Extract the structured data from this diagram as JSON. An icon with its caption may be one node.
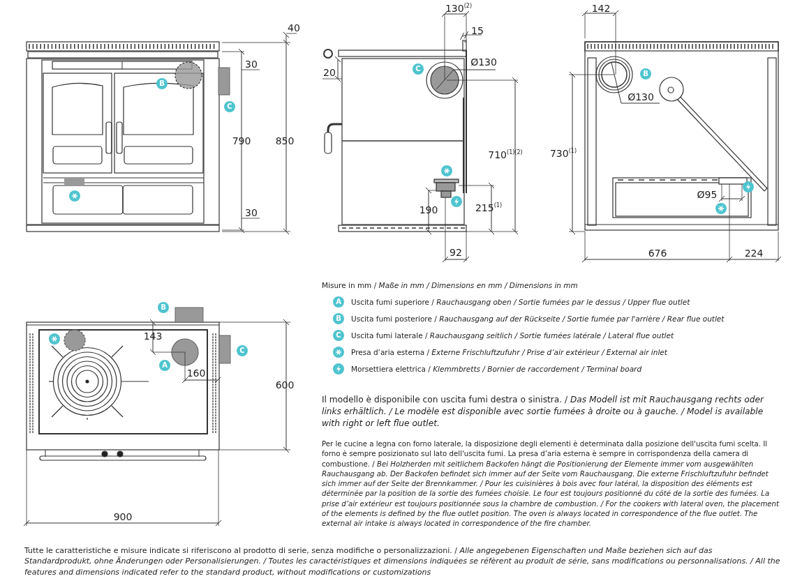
{
  "diagram": {
    "labels": [
      "40",
      "30",
      "790",
      "850",
      "30",
      "B",
      "C",
      "130$^{(2)}$",
      "15",
      "20",
      "Ø130",
      "C",
      "710$^{(1)(2)}$",
      "190",
      "215$^{(1)}$",
      "92",
      "142",
      "B",
      "Ø130",
      "730$^{(1)}$",
      "Ø95",
      "676",
      "224",
      "B",
      "143",
      "A",
      "160",
      "C",
      "600",
      "900",
      "Misure in mm / *Maße in mm / Dimensions en mm / Dimensions in mm*",
      "A",
      "B",
      "C",
      "Il modello è disponibile con uscita fumi destra o sinistra. / *Das Modell ist mit Rauchausgang rechts oder links erhältlich. / Le modèle est disponible avec sortie fumées à droite ou à gauche. / Model is available with right or left flue outlet.*",
      "Per le cucine a legna con forno laterale, la disposizione degli elementi è determinata dalla posizione dell'uscita fumi scelta. Il forno è sempre posizionato sul lato dell'uscita fumi. La presa d’aria esterna è sempre in corrispondenza della camera di combustione. / *Bei Holzherden mit seitlichem Backofen hängt die Positionierung der Elemente immer vom ausgewählten Rauchausgang ab. Der Backofen befindet sich immer auf der Seite vom Rauchausgang. Die externe Frischluftzufuhr befindet sich immer auf der Seite der Brennkammer. / Pour les cuisinières à bois avec four latéral, la disposition des éléments est déterminée par la position de la sortie des fumées choisie. Le four est toujours positionné du côté de la sortie des fumées. La prise d’air extérieur est toujours positionnée sous la chambre de combustion. / For the cookers with lateral oven, the placement of the elements is defined by the flue outlet position. The oven is always located in correspondence of the flue outlet. The external air intake is always located in correspondence of the fire chamber.*",
      "Tutte le caratteristiche e misure indicate si riferiscono al prodotto di serie, senza modifiche o personalizzazioni. / *Alle angegebenen Eigenschaften und Maße beziehen sich auf das Standardprodukt, ohne Änderungen oder Personalisierungen. / Toutes les caractéristiques et dimensions indiquées se réfèrent au produit de série, sans modifications ou personnalisations. / All the features and dimensions indicated refer to the standard product, without modifications or customizations*"
    ],
    "legend": [
      {
        "text": "Uscita fumi superiore / *Rauchausgang oben / Sortie fumées par le dessus / Upper flue outlet*",
        "color": "#4fc4cf"
      },
      {
        "text": "Uscita fumi posteriore / *Rauchausgang auf der Rückseite / Sortie fumée par l'arrière / Rear flue outlet*",
        "color": "#4fc4cf"
      },
      {
        "text": "Uscita fumi laterale / *Rauchausgang seitlich / Sortie fumées latérale / Lateral flue outlet*",
        "color": "#4fc4cf"
      },
      {
        "text": "Presa d’aria esterna / *Externe Frischluftzufuhr / Prise d’air extérieur / External air inlet*",
        "color": "#4fc4cf"
      },
      {
        "text": "Morsettiera elettrica / *Klemmbretts / Bornier de raccordement / Terminal board*",
        "color": "#4fc4cf"
      }
    ]
  }
}
